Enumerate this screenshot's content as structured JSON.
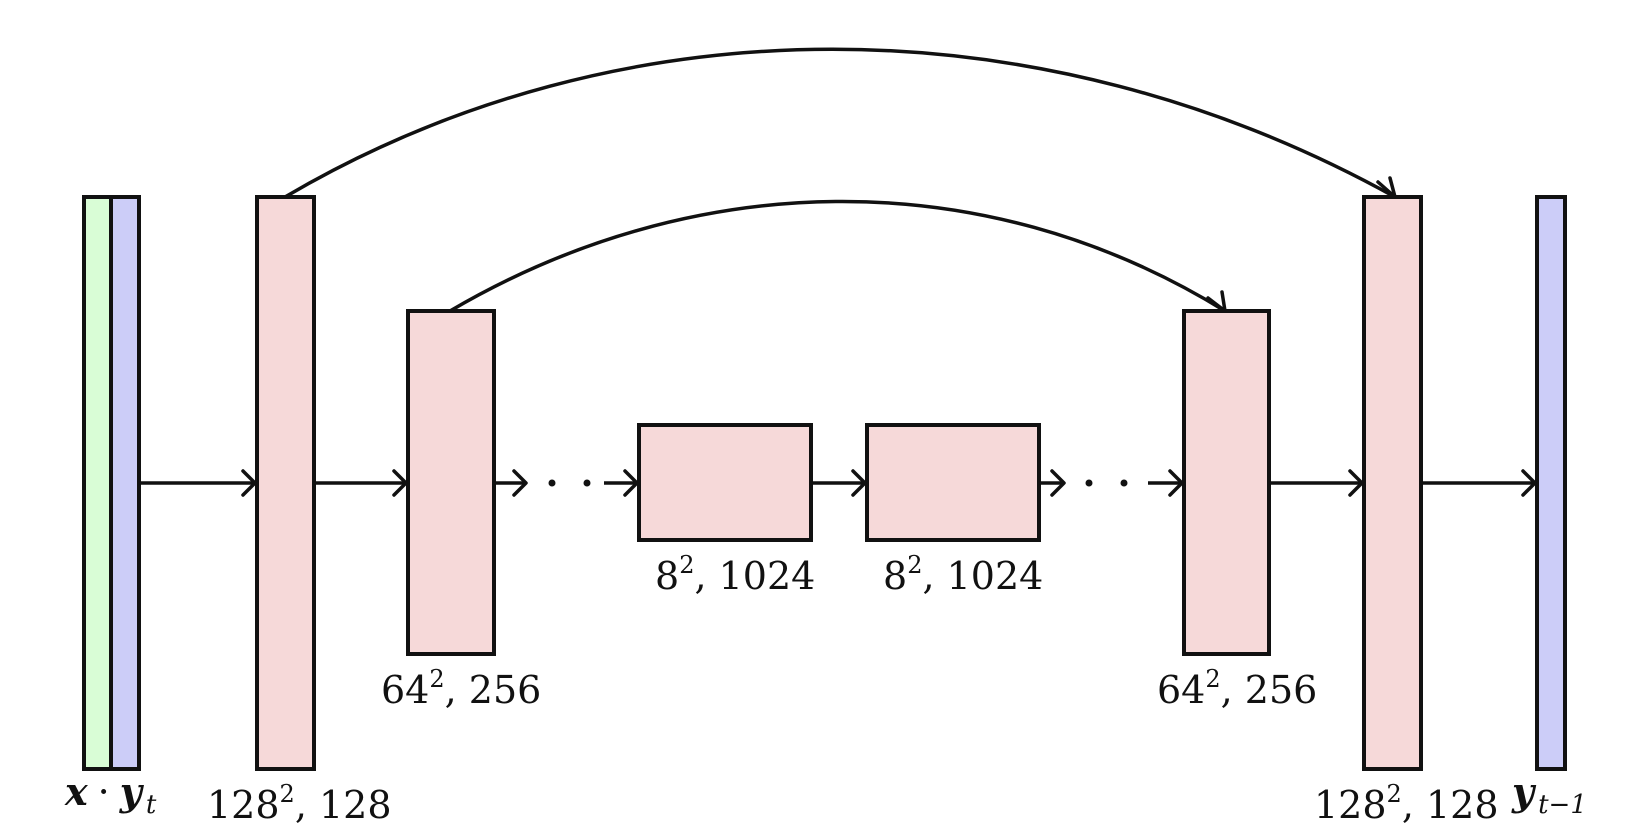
{
  "colors": {
    "input_x": "#d9fdd6",
    "input_y": "#cccdf8",
    "layer": "#f6d9d9",
    "stroke": "#111111"
  },
  "input": {
    "x_symbol": "x",
    "dot": "·",
    "y_symbol": "y",
    "y_subscript": "t"
  },
  "output": {
    "y_symbol": "y",
    "y_subscript": "t−1"
  },
  "layers": [
    {
      "base": "128",
      "exp": "2",
      "channels": ", 128"
    },
    {
      "base": "64",
      "exp": "2",
      "channels": ", 256"
    },
    {
      "base": "8",
      "exp": "2",
      "channels": ", 1024"
    },
    {
      "base": "8",
      "exp": "2",
      "channels": ", 1024"
    },
    {
      "base": "64",
      "exp": "2",
      "channels": ", 256"
    },
    {
      "base": "128",
      "exp": "2",
      "channels": ", 128"
    }
  ]
}
